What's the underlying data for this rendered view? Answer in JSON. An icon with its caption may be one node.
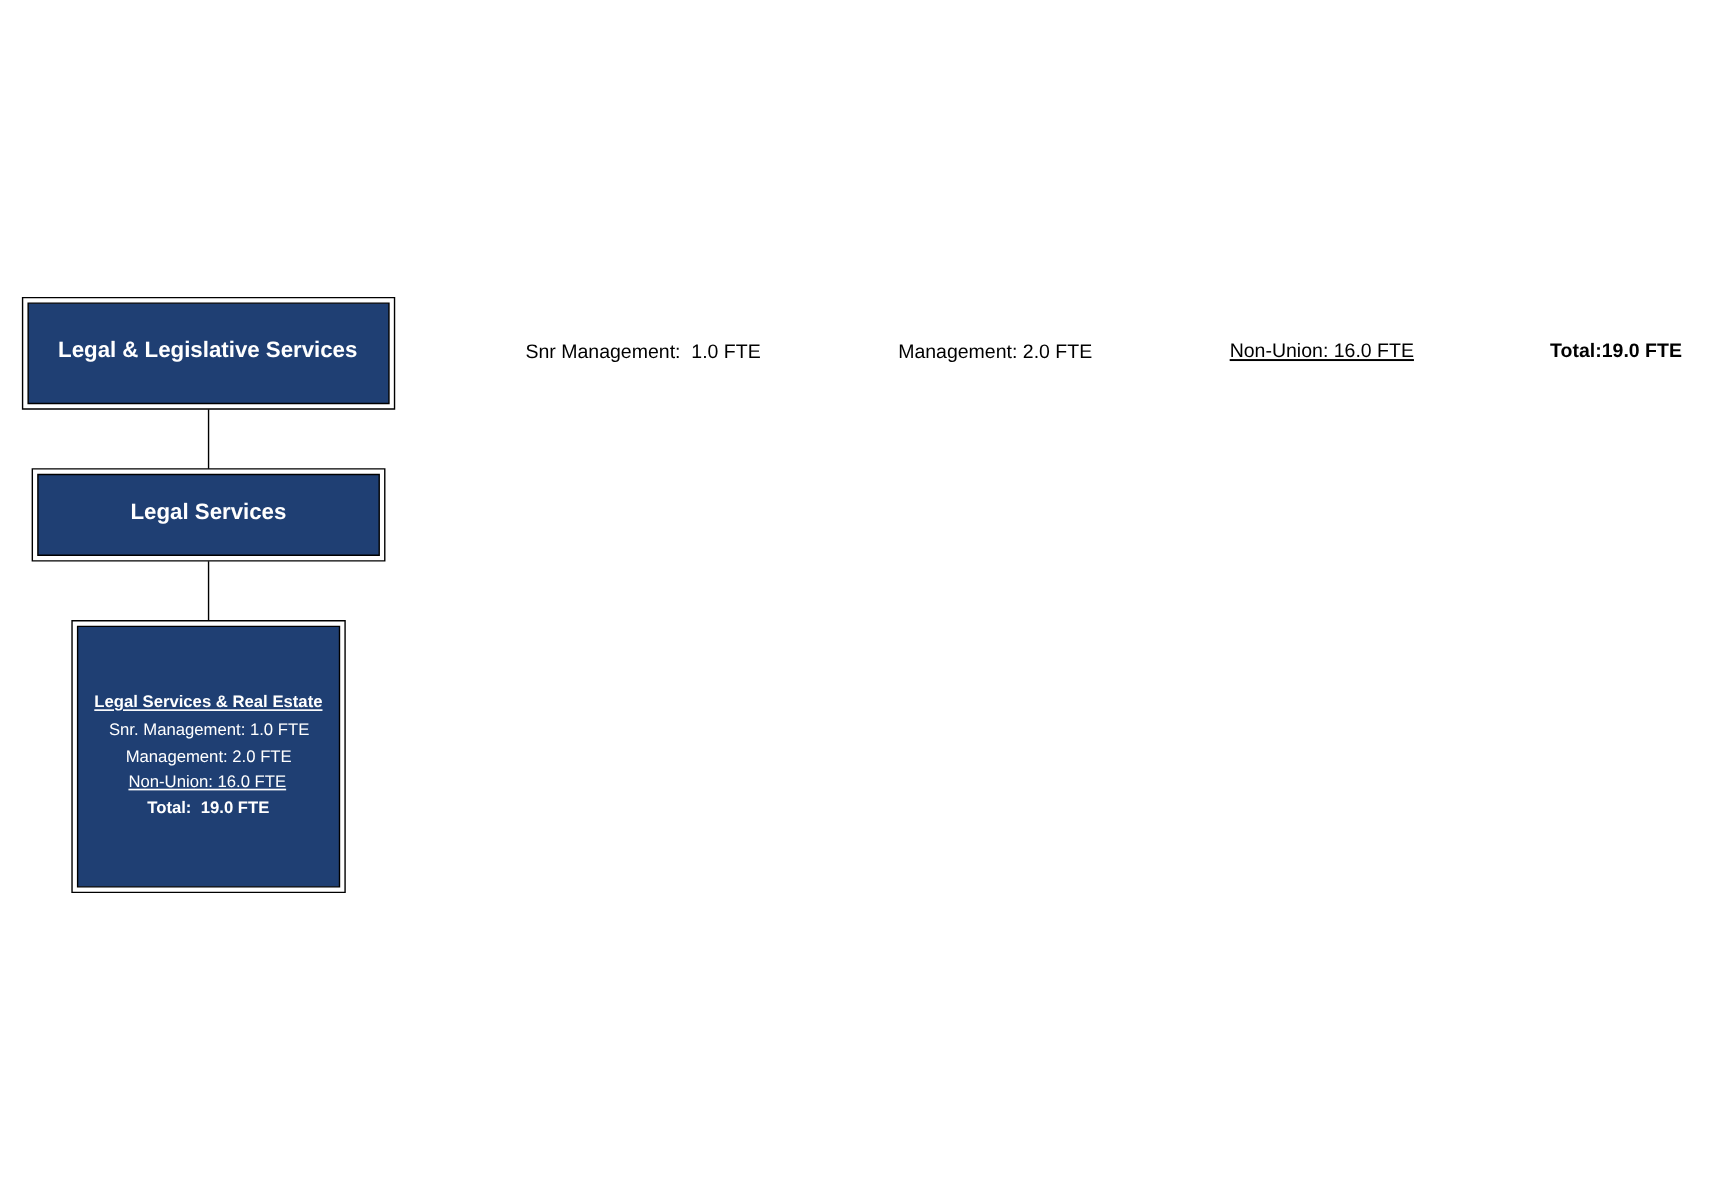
{
  "diagram": {
    "nodes": [
      {
        "text": [
          "Legal & Legislative Services"
        ]
      },
      {
        "text": [
          "Legal Services"
        ]
      },
      {
        "text": [
          "Legal Services & Real Estate",
          "Snr. Management: 1.0 FTE",
          "Management: 2.0 FTE",
          "Non-Union: 16.0 FTE",
          "Total:  19.0 FTE"
        ]
      }
    ],
    "edges": [
      {
        "from": 0,
        "to": 1,
        "arrow": "none"
      },
      {
        "from": 1,
        "to": 2,
        "arrow": "none"
      }
    ],
    "labels": [
      "Snr Management:  1.0 FTE",
      "Management: 2.0 FTE",
      "Non-Union: 16.0 FTE",
      "Total:19.0 FTE"
    ]
  }
}
